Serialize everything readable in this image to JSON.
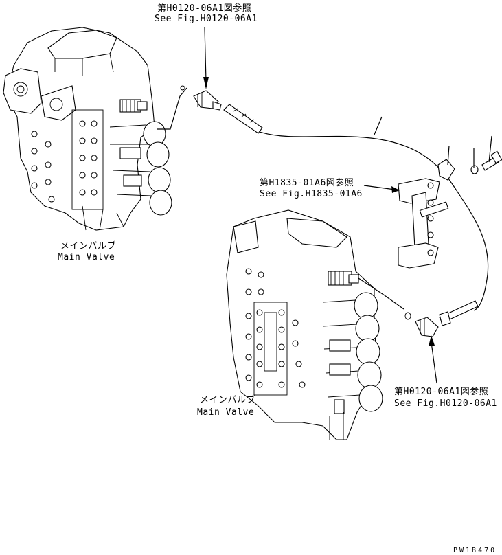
{
  "callouts": {
    "top_ref": {
      "line1": "第H0120-06A1図参照",
      "line2": "See Fig.H0120-06A1"
    },
    "mid_ref": {
      "line1": "第H1835-01A6図参照",
      "line2": "See Fig.H1835-01A6"
    },
    "bottom_ref": {
      "line1": "第H0120-06A1図参照",
      "line2": "See Fig.H0120-06A1"
    }
  },
  "valves": {
    "upper": {
      "label_jp": "メインバルブ",
      "label_en": "Main Valve"
    },
    "lower": {
      "label_jp": "メインバルブ",
      "label_en": "Main Valve"
    }
  },
  "drawing_code": "PW1B470"
}
